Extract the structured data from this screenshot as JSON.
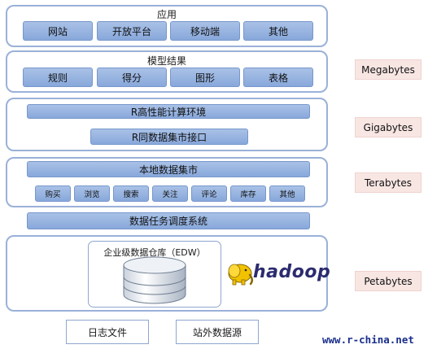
{
  "layers": {
    "app": {
      "title": "应用",
      "items": [
        "网站",
        "开放平台",
        "移动端",
        "其他"
      ]
    },
    "model": {
      "title": "模型结果",
      "items": [
        "规则",
        "得分",
        "图形",
        "表格"
      ]
    },
    "r": {
      "env": "R高性能计算环境",
      "mart_api": "R同数据集市接口"
    },
    "local": {
      "title": "本地数据集市",
      "items": [
        "购买",
        "浏览",
        "搜索",
        "关注",
        "评论",
        "库存",
        "其他"
      ]
    },
    "scheduler": "数据任务调度系统",
    "storage": {
      "edw": "企业级数据仓库（EDW）",
      "hadoop": "hadoop"
    }
  },
  "sources": [
    "日志文件",
    "站外数据源"
  ],
  "sizes": [
    "Megabytes",
    "Gigabytes",
    "Terabytes",
    "Petabytes"
  ],
  "watermark": "www.r-china.net",
  "colors": {
    "layer_border": "#9ab1d9",
    "box_fill": "#94b1df",
    "size_fill": "#f8e6e3",
    "watermark": "#1a2f8c",
    "hadoop": "#2b2b6e"
  }
}
